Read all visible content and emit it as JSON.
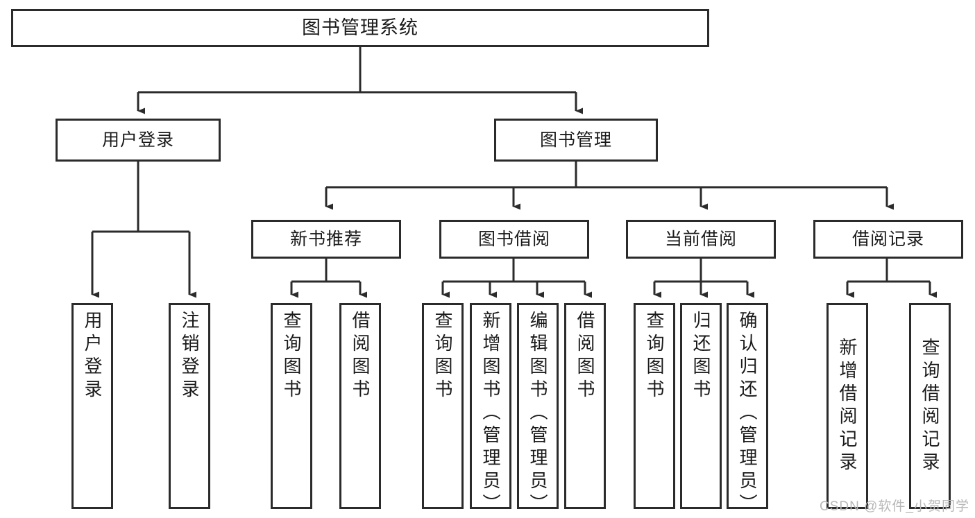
{
  "diagram": {
    "title": "图书管理系统",
    "type": "tree",
    "watermark": "CSDN @软件_小贺同学",
    "colors": {
      "border": "#2b2b2b",
      "background": "#ffffff",
      "text": "#1a1a1a",
      "watermark": "#b8b8b8"
    },
    "root": {
      "label": "图书管理系统"
    },
    "level2": [
      {
        "label": "用户登录"
      },
      {
        "label": "图书管理"
      }
    ],
    "level3": [
      {
        "label": "新书推荐"
      },
      {
        "label": "图书借阅"
      },
      {
        "label": "当前借阅"
      },
      {
        "label": "借阅记录"
      }
    ],
    "leaves": {
      "user_login": [
        {
          "label": "用户登录"
        },
        {
          "label": "注销登录"
        }
      ],
      "new_book_recommend": [
        {
          "label": "查询图书"
        },
        {
          "label": "借阅图书"
        }
      ],
      "book_borrow": [
        {
          "label": "查询图书"
        },
        {
          "label": "新增图书（管理员）"
        },
        {
          "label": "编辑图书（管理员）"
        },
        {
          "label": "借阅图书"
        }
      ],
      "current_borrow": [
        {
          "label": "查询图书"
        },
        {
          "label": "归还图书"
        },
        {
          "label": "确认归还（管理员）"
        }
      ],
      "borrow_record": [
        {
          "label": "新增借阅记录"
        },
        {
          "label": "查询借阅记录"
        }
      ]
    }
  }
}
